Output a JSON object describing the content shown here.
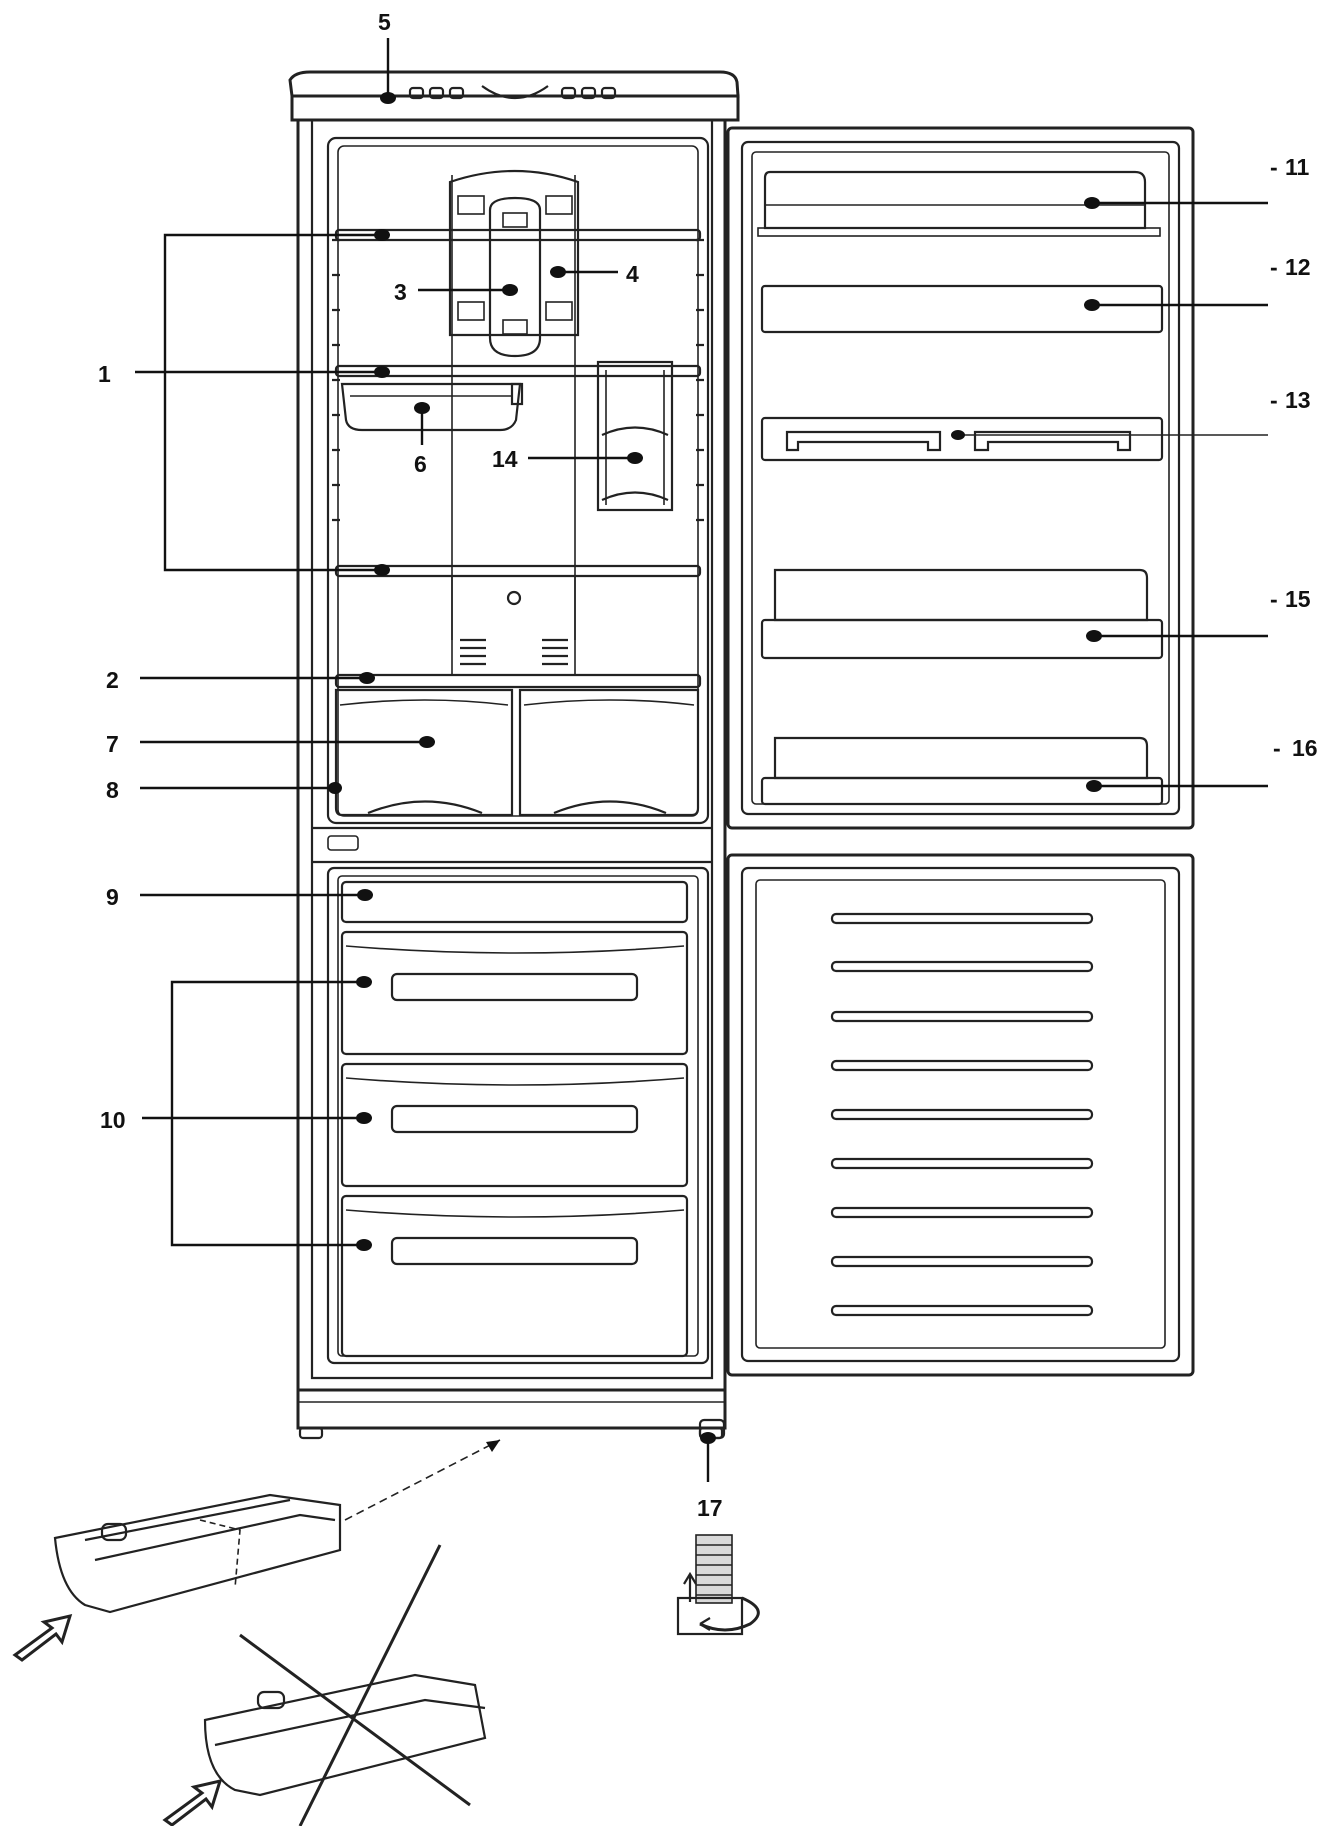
{
  "colors": {
    "line": "#222222",
    "background": "#ffffff",
    "shade": "#d9d9d9"
  },
  "labels": {
    "l1": "1",
    "l2": "2",
    "l3": "3",
    "l4": "4",
    "l5": "5",
    "l6": "6",
    "l7": "7",
    "l8": "8",
    "l9": "9",
    "l10": "10",
    "l11": "11",
    "l12": "12",
    "l13": "13",
    "l14": "14",
    "l15": "15",
    "l16": "16",
    "l17": "17"
  }
}
